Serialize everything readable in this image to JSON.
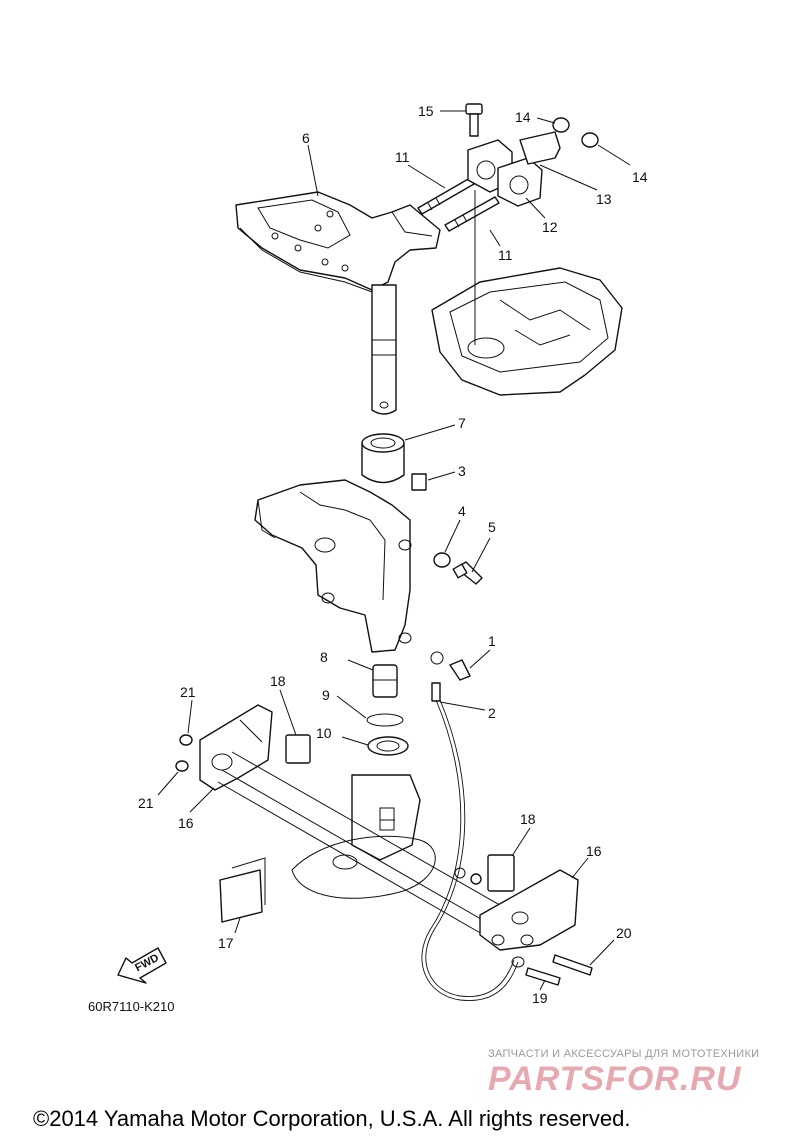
{
  "callouts": [
    {
      "id": "c15",
      "label": "15"
    },
    {
      "id": "c14a",
      "label": "14"
    },
    {
      "id": "c14b",
      "label": "14"
    },
    {
      "id": "c6",
      "label": "6"
    },
    {
      "id": "c11a",
      "label": "11"
    },
    {
      "id": "c13",
      "label": "13"
    },
    {
      "id": "c12",
      "label": "12"
    },
    {
      "id": "c11b",
      "label": "11"
    },
    {
      "id": "c7",
      "label": "7"
    },
    {
      "id": "c3",
      "label": "3"
    },
    {
      "id": "c4",
      "label": "4"
    },
    {
      "id": "c5",
      "label": "5"
    },
    {
      "id": "c1",
      "label": "1"
    },
    {
      "id": "c8",
      "label": "8"
    },
    {
      "id": "c2",
      "label": "2"
    },
    {
      "id": "c9",
      "label": "9"
    },
    {
      "id": "c10",
      "label": "10"
    },
    {
      "id": "c21a",
      "label": "21"
    },
    {
      "id": "c18a",
      "label": "18"
    },
    {
      "id": "c21b",
      "label": "21"
    },
    {
      "id": "c16a",
      "label": "16"
    },
    {
      "id": "c18b",
      "label": "18"
    },
    {
      "id": "c16b",
      "label": "16"
    },
    {
      "id": "c20",
      "label": "20"
    },
    {
      "id": "c17",
      "label": "17"
    },
    {
      "id": "c19",
      "label": "19"
    }
  ],
  "fwd_label": "FWD",
  "diagram_code": "60R7110-K210",
  "watermark": {
    "tagline": "ЗАПЧАСТИ И АКСЕССУАРЫ ДЛЯ МОТОТЕХНИКИ",
    "brand": "PARTSFOR.RU"
  },
  "copyright": "©2014 Yamaha Motor Corporation, U.S.A. All rights reserved."
}
